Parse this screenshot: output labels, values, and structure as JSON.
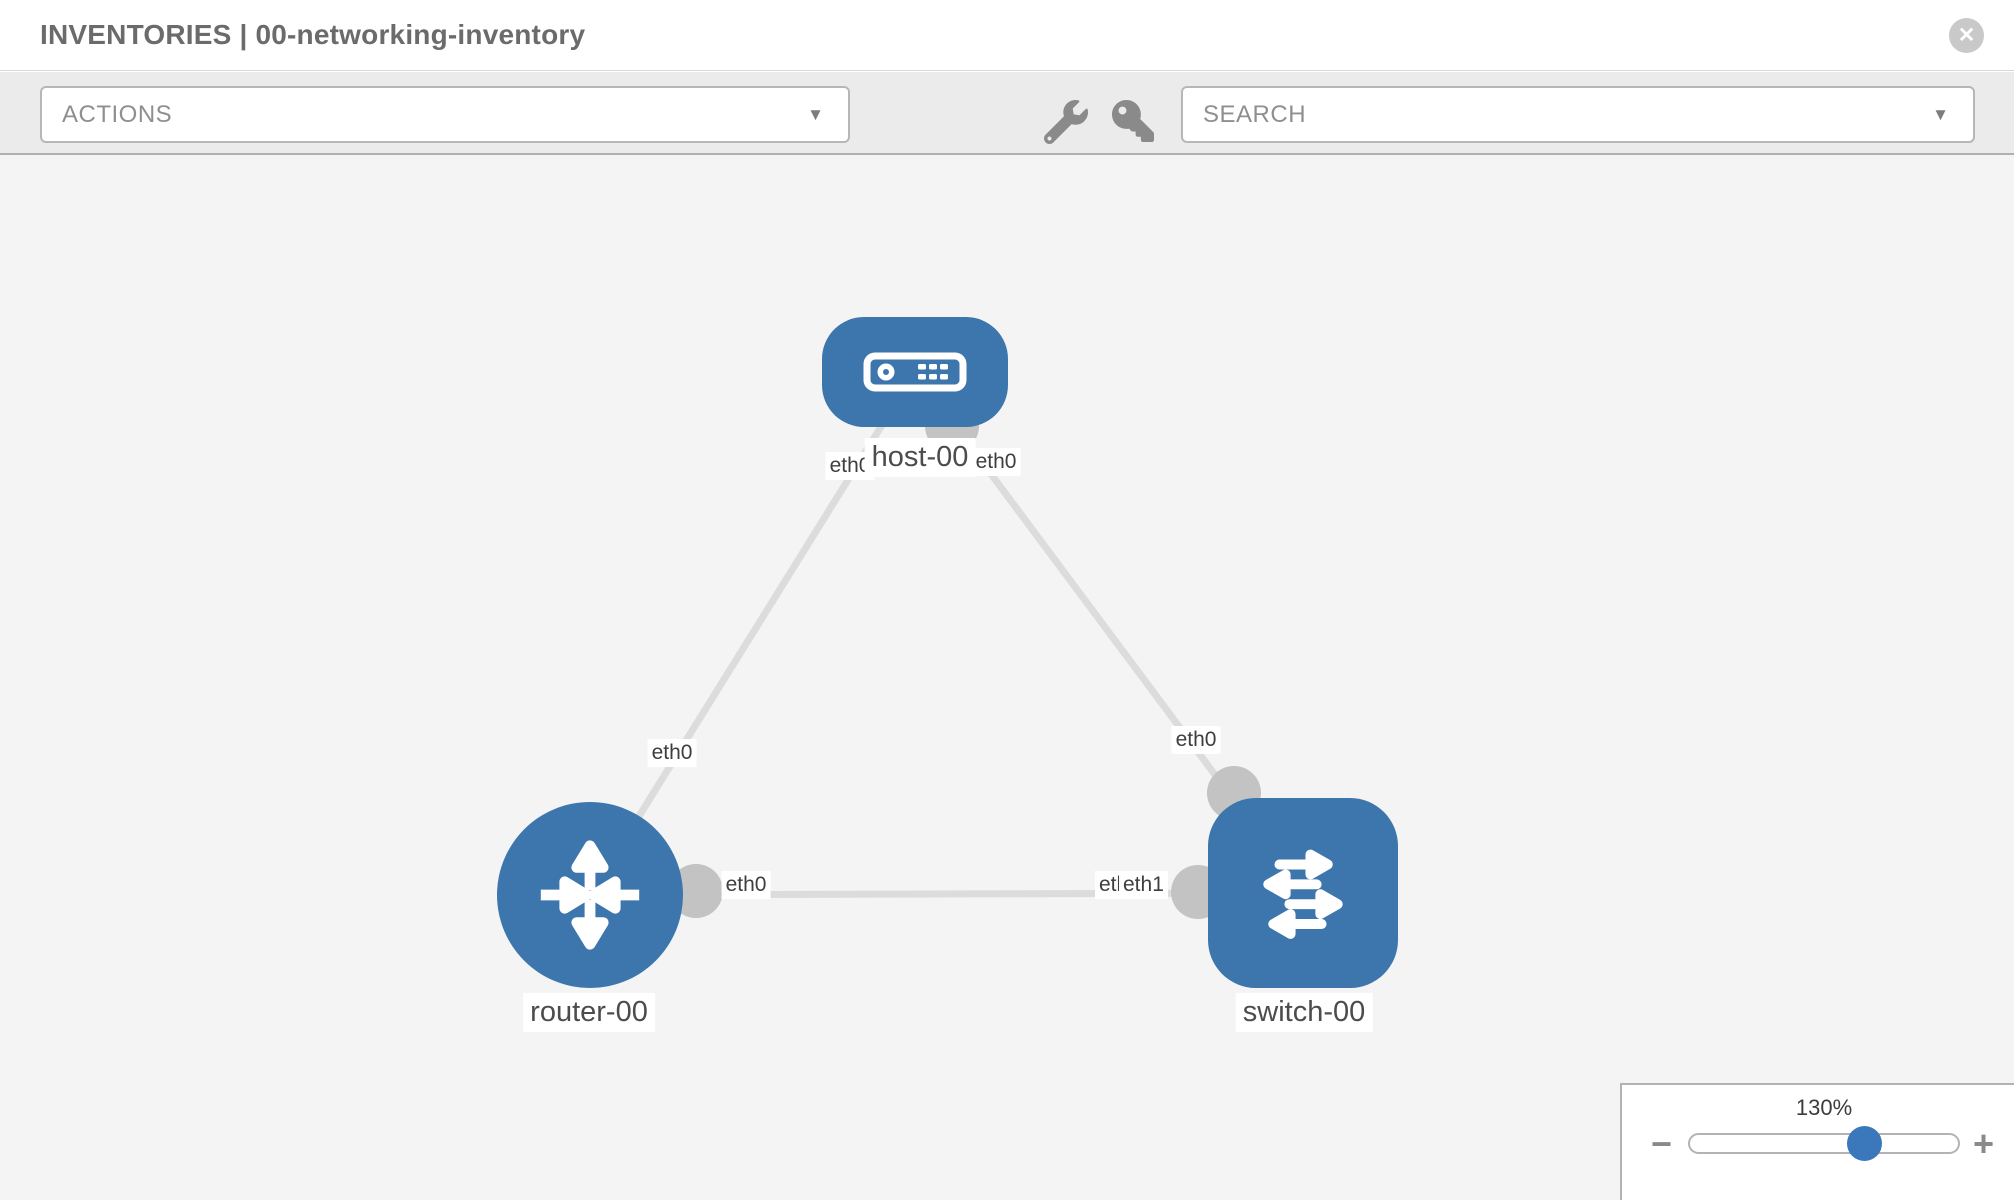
{
  "header": {
    "title": "INVENTORIES | 00-networking-inventory"
  },
  "toolbar": {
    "actions_placeholder": "ACTIONS",
    "search_placeholder": "SEARCH"
  },
  "icons": {
    "caret_down": "▼",
    "close": "✕",
    "minus": "−",
    "plus": "+"
  },
  "topology": {
    "nodes": [
      {
        "label": "host-00",
        "type": "host"
      },
      {
        "label": "router-00",
        "type": "router"
      },
      {
        "label": "switch-00",
        "type": "switch"
      }
    ],
    "links": [
      {
        "from": "host-00",
        "to": "router-00",
        "from_interface": "eth0",
        "to_interface": "eth0"
      },
      {
        "from": "host-00",
        "to": "switch-00",
        "from_interface": "eth0",
        "to_interface": "eth0"
      },
      {
        "from": "router-00",
        "to": "switch-00",
        "from_interface": "eth0",
        "to_interface": "eth1"
      }
    ],
    "interface_labels": {
      "host_router_host_side": "eth0",
      "host_router_router_side": "eth0",
      "host_switch_host_side": "eth0",
      "host_switch_switch_side": "eth0",
      "router_switch_router_side": "eth0",
      "router_switch_switch_side": "eth1",
      "router_switch_switch_side_back": "eth1"
    }
  },
  "zoom_control": {
    "level": "130%"
  },
  "colors": {
    "node_blue": "#3c76ad",
    "link_gray": "#dcdcdc",
    "endpoint_gray": "#c3c3c3",
    "toolbar_gray": "#ebebeb",
    "canvas_gray": "#f4f4f4",
    "knob_blue": "#3a78bb"
  }
}
